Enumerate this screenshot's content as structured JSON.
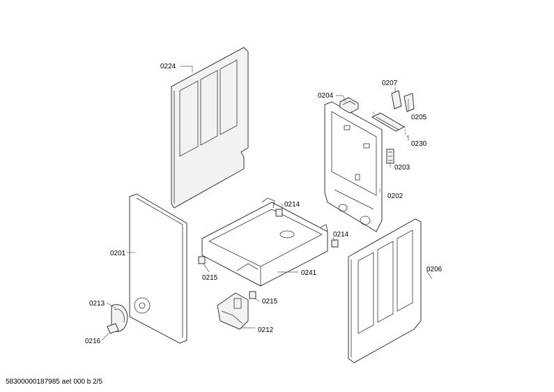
{
  "labels": {
    "l0224": "0224",
    "l0204": "0204",
    "l0207": "0207",
    "l0205": "0205",
    "l0230": "0230",
    "l0203": "0203",
    "l0202": "0202",
    "l0214a": "0214",
    "l0214b": "0214",
    "l0201": "0201",
    "l0206": "0206",
    "l0241": "0241",
    "l0215a": "0215",
    "l0215b": "0215",
    "l0213": "0213",
    "l0212": "0212",
    "l0216": "0216"
  },
  "footer": "58300000187985 aet 000 b 2/5"
}
